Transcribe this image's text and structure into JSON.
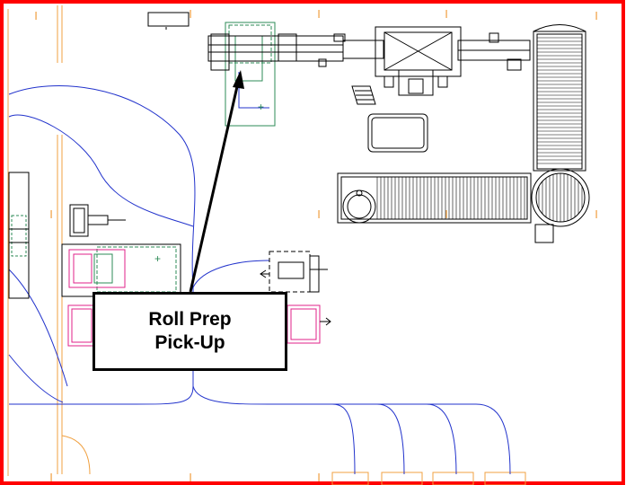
{
  "callout": {
    "line1": "Roll Prep",
    "line2": "Pick-Up"
  },
  "colors": {
    "frame": "#ff0000",
    "walls": "#f0a040",
    "paths": "#2233cc",
    "equipment": "#000000",
    "outline_green": "#2e8b57",
    "highlight_magenta": "#e0208a"
  },
  "markers": {
    "column_mark": "I"
  }
}
